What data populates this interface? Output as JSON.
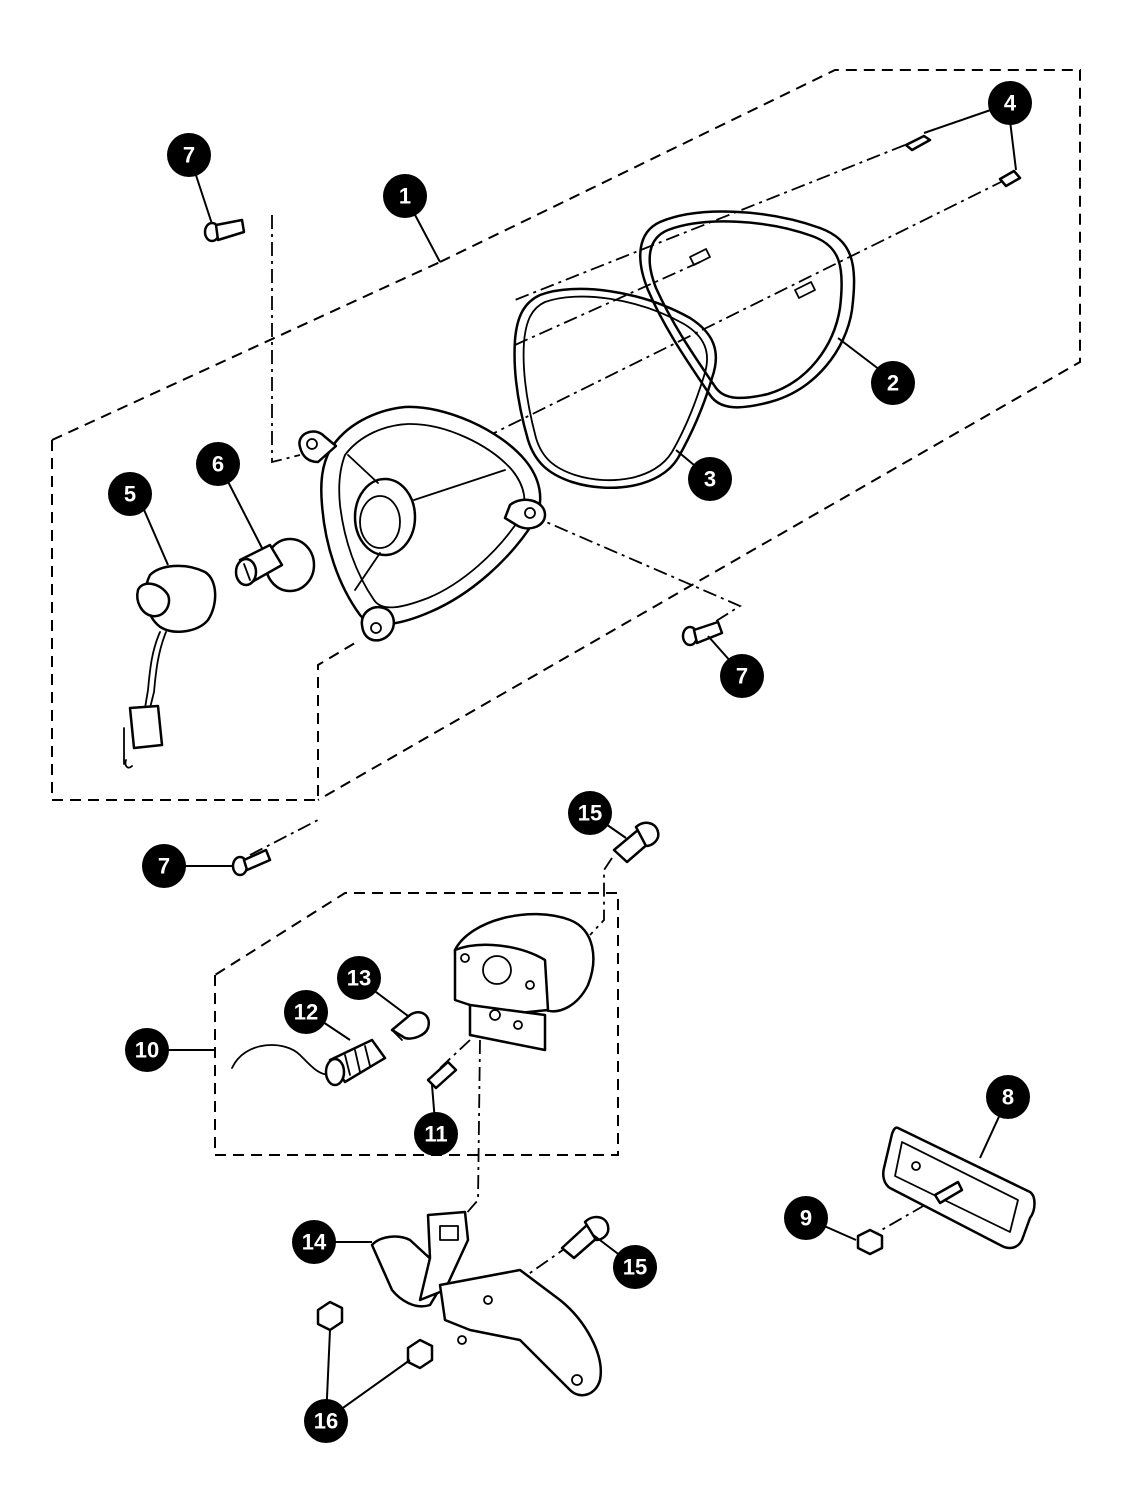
{
  "callouts": {
    "c1": "1",
    "c2": "2",
    "c3": "3",
    "c4": "4",
    "c5": "5",
    "c6": "6",
    "c7a": "7",
    "c7b": "7",
    "c7c": "7",
    "c8": "8",
    "c9": "9",
    "c10": "10",
    "c11": "11",
    "c12": "12",
    "c13": "13",
    "c14": "14",
    "c15a": "15",
    "c15b": "15",
    "c16": "16"
  }
}
